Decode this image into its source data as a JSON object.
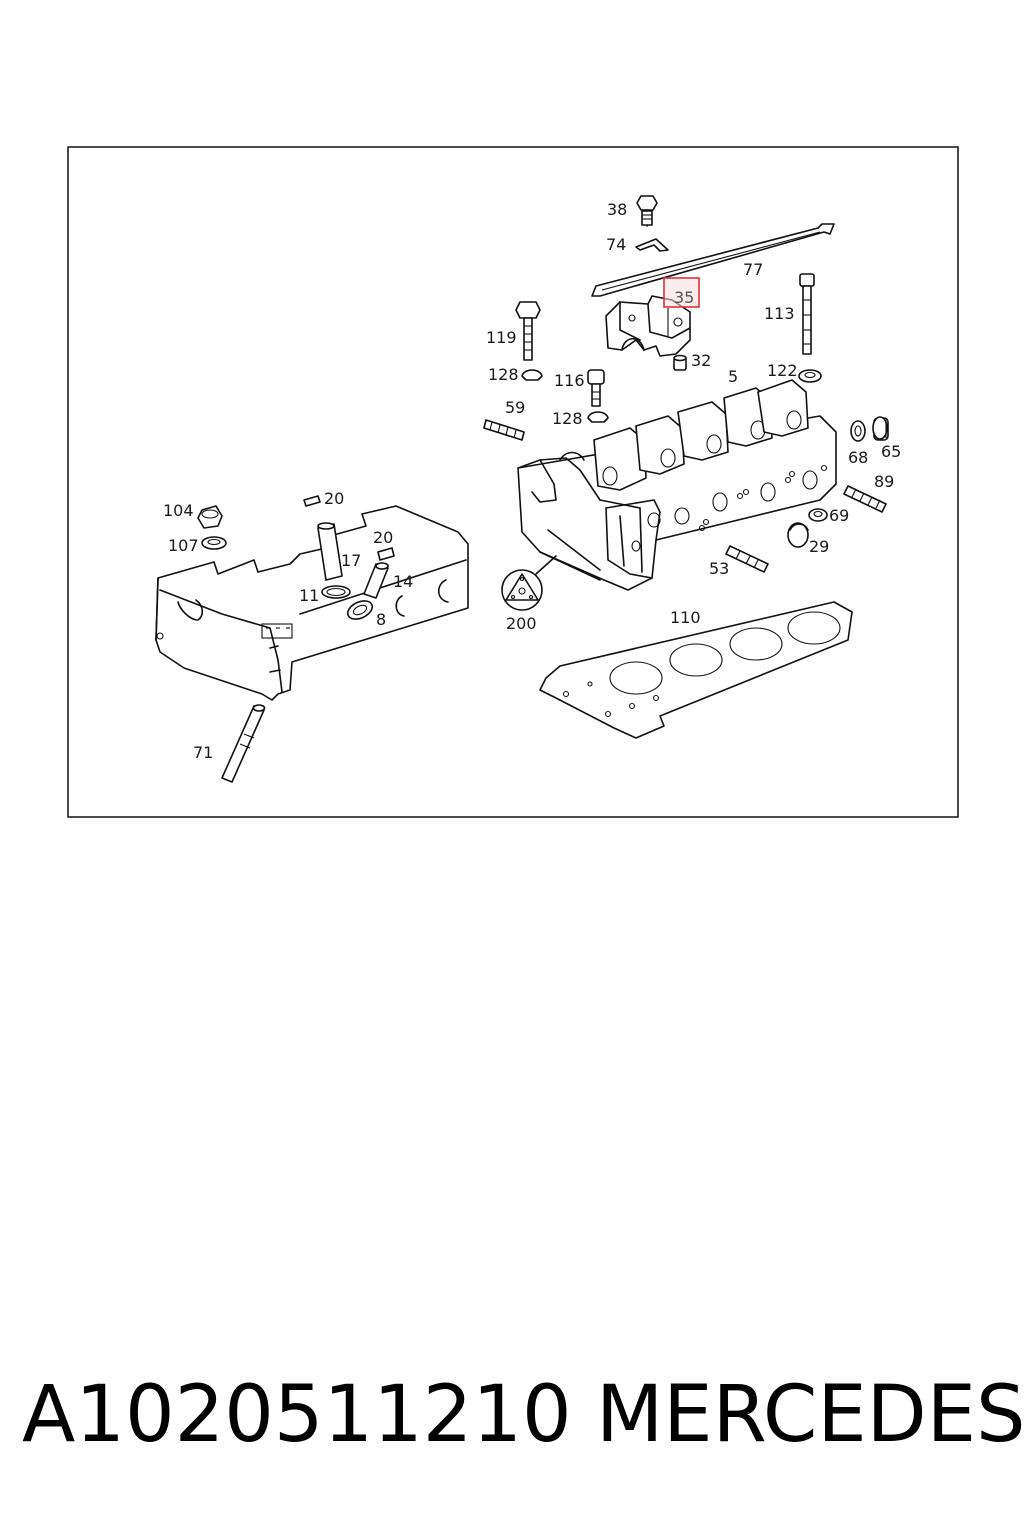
{
  "diagram": {
    "highlight_color": "#e0303a",
    "callouts": [
      {
        "id": "c38",
        "text": "38"
      },
      {
        "id": "c74",
        "text": "74"
      },
      {
        "id": "c77",
        "text": "77"
      },
      {
        "id": "c35",
        "text": "35",
        "highlighted": true
      },
      {
        "id": "c119",
        "text": "119"
      },
      {
        "id": "c113",
        "text": "113"
      },
      {
        "id": "c32",
        "text": "32"
      },
      {
        "id": "c128a",
        "text": "128"
      },
      {
        "id": "c116",
        "text": "116"
      },
      {
        "id": "c5",
        "text": "5"
      },
      {
        "id": "c122",
        "text": "122"
      },
      {
        "id": "c59",
        "text": "59"
      },
      {
        "id": "c128b",
        "text": "128"
      },
      {
        "id": "c68",
        "text": "68"
      },
      {
        "id": "c65",
        "text": "65"
      },
      {
        "id": "c89",
        "text": "89"
      },
      {
        "id": "c104",
        "text": "104"
      },
      {
        "id": "c20a",
        "text": "20"
      },
      {
        "id": "c69",
        "text": "69"
      },
      {
        "id": "c20b",
        "text": "20"
      },
      {
        "id": "c107",
        "text": "107"
      },
      {
        "id": "c29",
        "text": "29"
      },
      {
        "id": "c17",
        "text": "17"
      },
      {
        "id": "c14",
        "text": "14"
      },
      {
        "id": "c53",
        "text": "53"
      },
      {
        "id": "c11",
        "text": "11"
      },
      {
        "id": "c8",
        "text": "8"
      },
      {
        "id": "c200",
        "text": "200"
      },
      {
        "id": "c110",
        "text": "110"
      },
      {
        "id": "c71",
        "text": "71"
      }
    ]
  },
  "footer": {
    "part_number": "A1020511210",
    "brand": "MERCEDES"
  }
}
